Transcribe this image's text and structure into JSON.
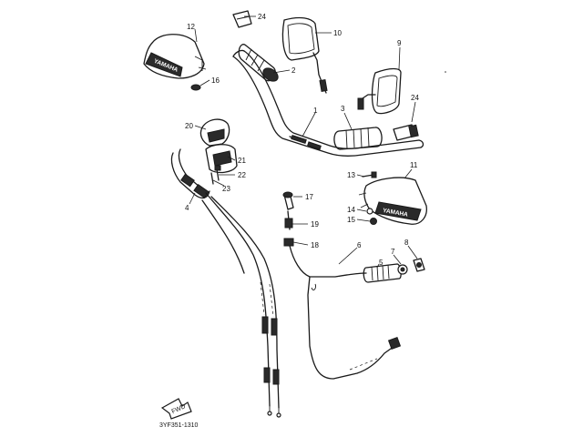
{
  "diagram": {
    "callouts": [
      {
        "id": "c1",
        "text": "1"
      },
      {
        "id": "c2",
        "text": "2"
      },
      {
        "id": "c3",
        "text": "3"
      },
      {
        "id": "c4",
        "text": "4"
      },
      {
        "id": "c5",
        "text": "5"
      },
      {
        "id": "c6",
        "text": "6"
      },
      {
        "id": "c7",
        "text": "7"
      },
      {
        "id": "c8",
        "text": "8"
      },
      {
        "id": "c9",
        "text": "9"
      },
      {
        "id": "c10",
        "text": "10"
      },
      {
        "id": "c11",
        "text": "11"
      },
      {
        "id": "c12",
        "text": "12"
      },
      {
        "id": "c13",
        "text": "13"
      },
      {
        "id": "c14",
        "text": "14"
      },
      {
        "id": "c15",
        "text": "15"
      },
      {
        "id": "c16",
        "text": "16"
      },
      {
        "id": "c17",
        "text": "17"
      },
      {
        "id": "c18",
        "text": "18"
      },
      {
        "id": "c19",
        "text": "19"
      },
      {
        "id": "c20",
        "text": "20"
      },
      {
        "id": "c21",
        "text": "21"
      },
      {
        "id": "c22",
        "text": "22"
      },
      {
        "id": "c23",
        "text": "23"
      },
      {
        "id": "c24a",
        "text": "24"
      },
      {
        "id": "c24b",
        "text": "24"
      }
    ],
    "guard_brand_left": "YAMAHA",
    "guard_brand_right": "YAMAHA",
    "front_arrow_label": "FWD",
    "drawing_code": "3YF351-1310"
  }
}
